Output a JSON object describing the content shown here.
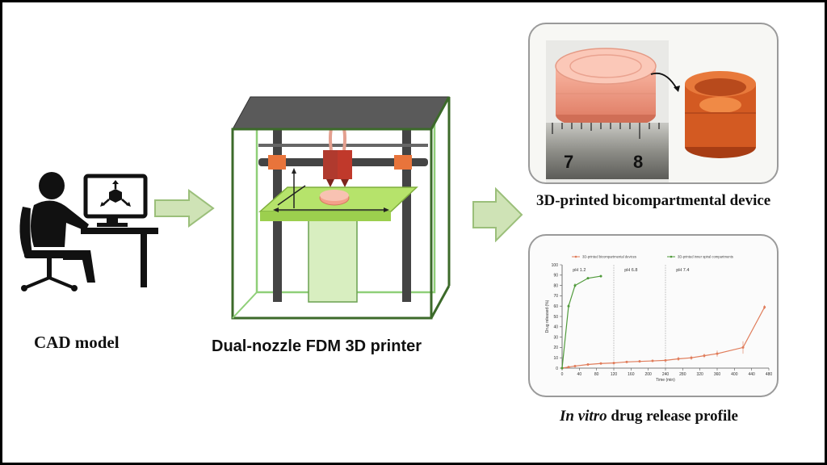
{
  "labels": {
    "cad_model": "CAD model",
    "printer": "Dual-nozzle FDM 3D printer",
    "device": "3D-printed bicompartmental device",
    "release_italic": "In vitro",
    "release_rest": " drug release profile"
  },
  "icons": {
    "user": "person-at-computer-icon",
    "cube": "3d-cube-axes-icon"
  },
  "ruler": {
    "mark_left": "7",
    "mark_right": "8"
  },
  "colors": {
    "arrow_fill": "#cfe3b6",
    "arrow_stroke": "#9bbf7a",
    "printer_frame": "#3c6a2a",
    "build_plate": "#b6e36b",
    "column": "#d8eec0",
    "nozzle": "#c0392b",
    "clamp": "#e8743b",
    "device": "#f4a08a",
    "series_bicompartmental": "#e07c5a",
    "series_spiral": "#4f9a3a"
  },
  "chart_data": {
    "type": "line",
    "title": "",
    "xlabel": "Time (min)",
    "ylabel": "Drug released (%)",
    "xlim": [
      0,
      480
    ],
    "ylim": [
      0,
      100
    ],
    "xticks": [
      "0",
      "40",
      "80",
      "120",
      "160",
      "200",
      "240",
      "280",
      "320",
      "360",
      "400",
      "440",
      "480"
    ],
    "yticks": [
      "0",
      "10",
      "20",
      "30",
      "40",
      "50",
      "60",
      "70",
      "80",
      "90",
      "100"
    ],
    "phase_lines": [
      120,
      240
    ],
    "phase_labels": [
      {
        "x": 40,
        "text": "pH 1.2"
      },
      {
        "x": 160,
        "text": "pH 6.8"
      },
      {
        "x": 280,
        "text": "pH 7.4"
      }
    ],
    "series": [
      {
        "name": "3D-printed bicompartmental devices",
        "x": [
          0,
          15,
          30,
          60,
          90,
          120,
          150,
          180,
          210,
          240,
          270,
          300,
          330,
          360,
          420,
          470
        ],
        "y": [
          0,
          1,
          2,
          3.5,
          4.5,
          5,
          6,
          6.5,
          7,
          7.5,
          9,
          10,
          12,
          14,
          20,
          59
        ],
        "err": [
          0,
          0.5,
          0.5,
          0.8,
          1,
          1,
          1,
          1,
          1,
          1,
          2,
          2,
          2,
          3,
          6,
          2
        ]
      },
      {
        "name": "3D-printed inner spiral compartments",
        "x": [
          0,
          15,
          30,
          60,
          90
        ],
        "y": [
          0,
          60,
          80,
          87,
          89
        ],
        "err": [
          0,
          2,
          2,
          1,
          1
        ]
      }
    ],
    "grid": false,
    "legend": "top"
  }
}
